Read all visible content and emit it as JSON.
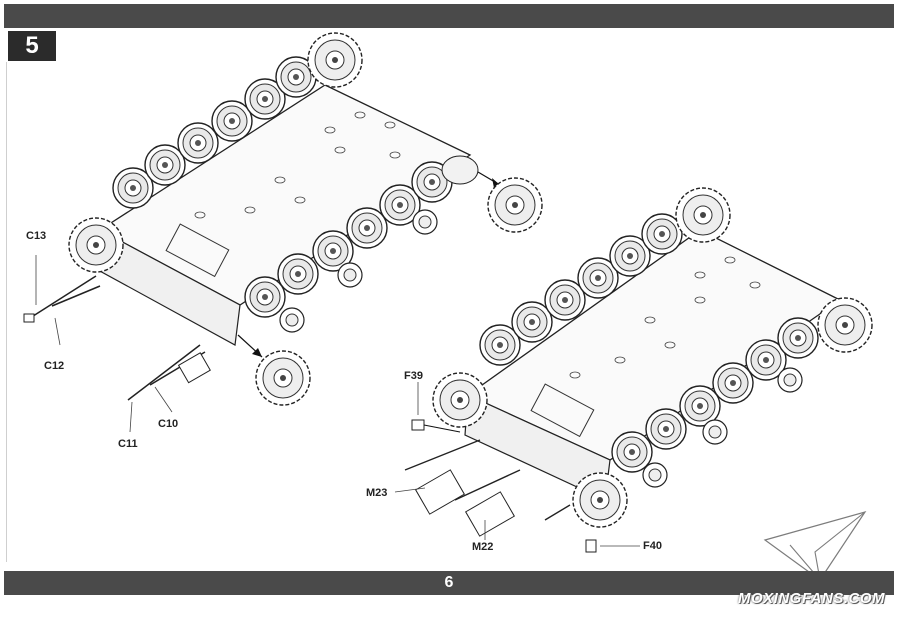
{
  "step_number": "5",
  "page_number": "6",
  "watermark": "MOXINGFANS.COM",
  "callouts": {
    "c13": "C13",
    "c12": "C12",
    "c10": "C10",
    "c11": "C11",
    "f39": "F39",
    "m23": "M23",
    "m22": "M22",
    "f40": "F40"
  }
}
